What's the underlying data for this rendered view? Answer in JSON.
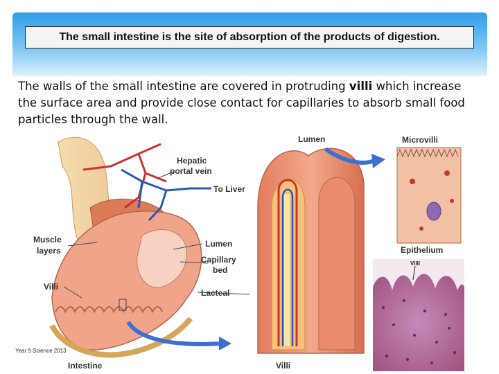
{
  "title": "The small intestine is the site of absorption of the products of digestion.",
  "body": {
    "before": "The walls of the small intestine are covered in protruding ",
    "keyword": "villi",
    "after": " which increase the surface area and  provide close contact for capillaries to absorb small food particles through the wall."
  },
  "diagram": {
    "hepatic_line1": "Hepatic",
    "hepatic_line2": "portal vein",
    "to_liver": "To Liver",
    "muscle_line1": "Muscle",
    "muscle_line2": "layers",
    "lumen_main": "Lumen",
    "capillary_line1": "Capillary",
    "capillary_line2": "bed",
    "villi_left": "Villi",
    "lacteal": "Lacteal",
    "intestine": "Intestine",
    "lumen_top": "Lumen",
    "villi_bottom": "Villi",
    "microvilli": "Microvilli",
    "epithelium": "Epithelium",
    "photo_villi": "Villi"
  },
  "footer": "Year 9 Science 2013",
  "colors": {
    "header_top": "#2f9ee8",
    "artery_red": "#d0312d",
    "vein_blue": "#2957b8",
    "tissue_pink": "#e9967a",
    "arrow_blue": "#3b6fd1"
  }
}
